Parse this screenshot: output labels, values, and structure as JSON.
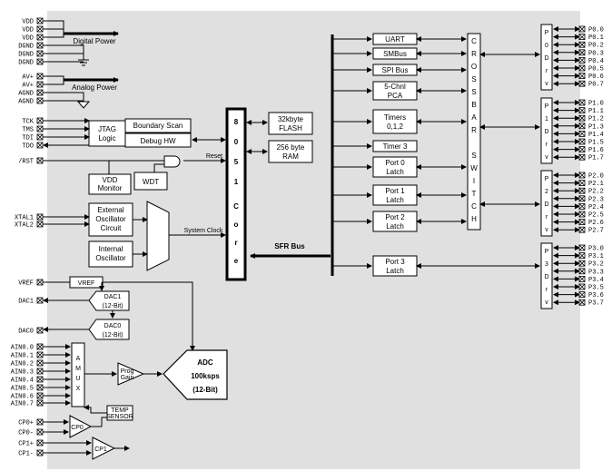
{
  "power": {
    "digital_pins": [
      "VDD",
      "VDD",
      "VDD",
      "DGND",
      "DGND",
      "DGND"
    ],
    "digital_label": "Digital Power",
    "analog_pins": [
      "AV+",
      "AV+",
      "AGND",
      "AGND"
    ],
    "analog_label": "Analog Power"
  },
  "jtag": {
    "pins": [
      "TCK",
      "TMS",
      "TDI",
      "TDO"
    ],
    "logic_line1": "JTAG",
    "logic_line2": "Logic",
    "boundary_scan": "Boundary Scan",
    "debug_hw": "Debug HW"
  },
  "reset": {
    "pin": "/RST",
    "label": "Reset",
    "vdd_monitor_1": "VDD",
    "vdd_monitor_2": "Monitor",
    "wdt": "WDT"
  },
  "clock": {
    "pins": [
      "XTAL1",
      "XTAL2"
    ],
    "ext_osc": [
      "External",
      "Oscillator",
      "Circuit"
    ],
    "int_osc": [
      "Internal",
      "Oscillator"
    ],
    "system_clock": "System Clock"
  },
  "core": {
    "chars": [
      "8",
      "0",
      "5",
      "1",
      "C",
      "o",
      "r",
      "e"
    ]
  },
  "memory": {
    "flash": [
      "32kbyte",
      "FLASH"
    ],
    "ram": [
      "256 byte",
      "RAM"
    ]
  },
  "sfr_bus": "SFR Bus",
  "peripherals": {
    "uart": "UART",
    "smbus": "SMBus",
    "spi": "SPI Bus",
    "pca": [
      "5-Chnl",
      "PCA"
    ],
    "timers": [
      "Timers",
      "0,1,2"
    ],
    "timer3": "Timer 3",
    "port0": [
      "Port 0",
      "Latch"
    ],
    "port1": [
      "Port 1",
      "Latch"
    ],
    "port2": [
      "Port 2",
      "Latch"
    ],
    "port3": [
      "Port 3",
      "Latch"
    ]
  },
  "crossbar": {
    "chars": [
      "C",
      "R",
      "O",
      "S",
      "S",
      "B",
      "A",
      "R",
      "",
      "S",
      "W",
      "I",
      "T",
      "C",
      "H"
    ]
  },
  "port_drivers": [
    {
      "chars": [
        "P",
        "0",
        "D",
        "r",
        "v"
      ],
      "pins": [
        "P0.0",
        "P0.1",
        "P0.2",
        "P0.3",
        "P0.4",
        "P0.5",
        "P0.6",
        "P0.7"
      ]
    },
    {
      "chars": [
        "P",
        "1",
        "D",
        "r",
        "v"
      ],
      "pins": [
        "P1.0",
        "P1.1",
        "P1.2",
        "P1.3",
        "P1.4",
        "P1.5",
        "P1.6",
        "P1.7"
      ]
    },
    {
      "chars": [
        "P",
        "2",
        "D",
        "r",
        "v"
      ],
      "pins": [
        "P2.0",
        "P2.1",
        "P2.2",
        "P2.3",
        "P2.4",
        "P2.5",
        "P2.6",
        "P2.7"
      ]
    },
    {
      "chars": [
        "P",
        "3",
        "D",
        "r",
        "v"
      ],
      "pins": [
        "P3.0",
        "P3.1",
        "P3.2",
        "P3.3",
        "P3.4",
        "P3.5",
        "P3.6",
        "P3.7"
      ]
    }
  ],
  "analog": {
    "vref_pin": "VREF",
    "vref_label": "VREF",
    "dac1_pin": "DAC1",
    "dac1": [
      "DAC1",
      "(12-Bit)"
    ],
    "dac0_pin": "DAC0",
    "dac0": [
      "DAC0",
      "(12-Bit)"
    ],
    "ain_pins": [
      "AIN0.0",
      "AIN0.1",
      "AIN0.2",
      "AIN0.3",
      "AIN0.4",
      "AIN0.5",
      "AIN0.6",
      "AIN0.7"
    ],
    "amux_chars": [
      "A",
      "M",
      "U",
      "X"
    ],
    "prog_gain": [
      "Prog",
      "Gain"
    ],
    "adc": [
      "ADC",
      "100ksps",
      "(12-Bit)"
    ],
    "temp_sensor": [
      "TEMP",
      "SENSOR"
    ],
    "cp0_pins": [
      "CP0+",
      "CP0-"
    ],
    "cp0": "CP0",
    "cp1_pins": [
      "CP1+",
      "CP1-"
    ],
    "cp1": "CP1"
  }
}
